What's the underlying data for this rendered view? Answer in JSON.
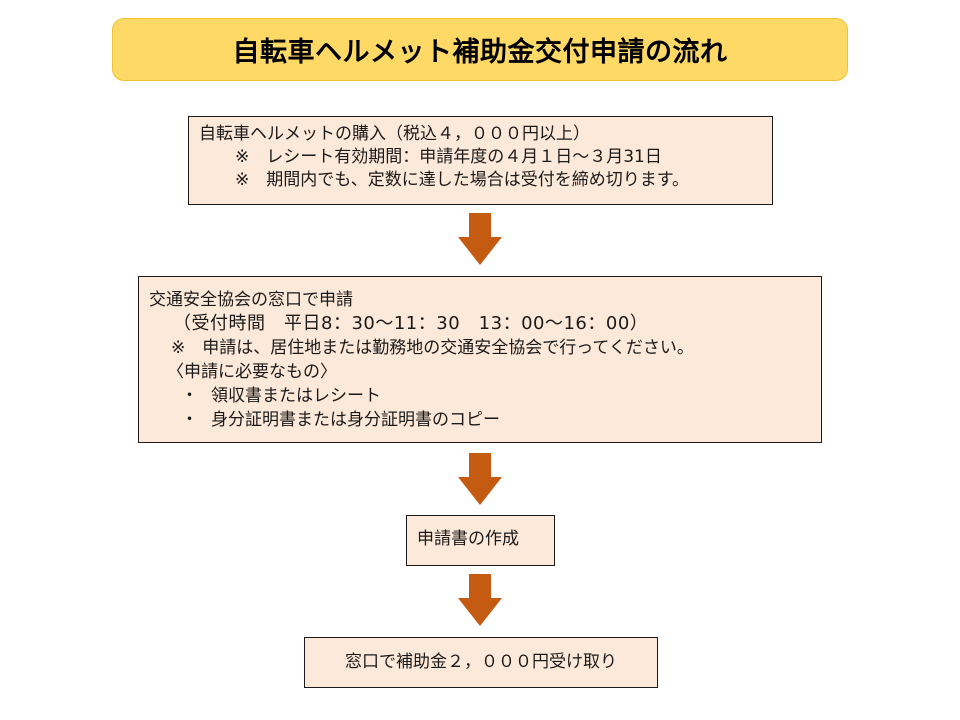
{
  "title": "自転車ヘルメット補助金交付申請の流れ",
  "colors": {
    "title_background": "#ffd966",
    "box_background": "#fde9d9",
    "box_border": "#1a1a1a",
    "arrow": "#c55a11"
  },
  "steps": [
    {
      "id": "purchase",
      "lines": [
        "自転車ヘルメットの購入（税込４，０００円以上）",
        "※　レシート有効期間：申請年度の４月１日～３月31日",
        "※　期間内でも、定数に達した場合は受付を締め切ります。"
      ]
    },
    {
      "id": "apply",
      "heading": "交通安全協会の窓口で申請",
      "hours": "（受付時間　平日8：30～11：30　13：00～16：00）",
      "note": "※　申請は、居住地または勤務地の交通安全協会で行ってください。",
      "required_heading": "〈申請に必要なもの〉",
      "required_items": [
        "領収書またはレシート",
        "身分証明書または身分証明書のコピー"
      ],
      "bullet": "・"
    },
    {
      "id": "create-form",
      "label": "申請書の作成"
    },
    {
      "id": "receive",
      "label": "窓口で補助金２，０００円受け取り"
    }
  ],
  "arrows": [
    {
      "icon": "down-arrow-icon"
    },
    {
      "icon": "down-arrow-icon"
    },
    {
      "icon": "down-arrow-icon"
    }
  ]
}
